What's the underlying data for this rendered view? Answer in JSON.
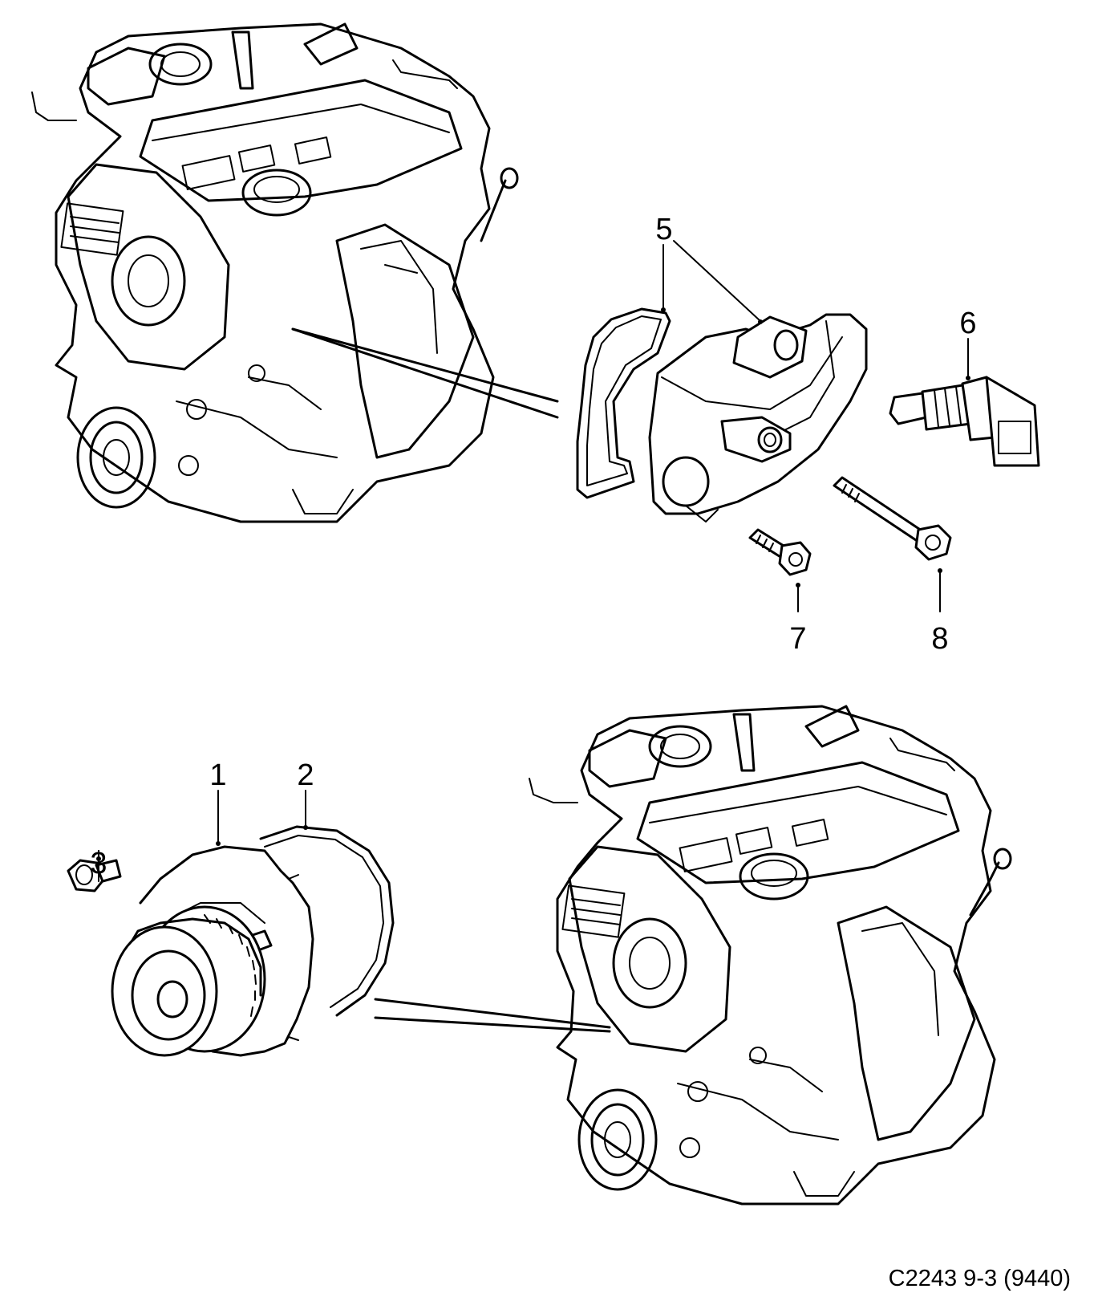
{
  "callouts": {
    "c1": "1",
    "c2": "2",
    "c3": "3",
    "c5": "5",
    "c6": "6",
    "c7": "7",
    "c8": "8"
  },
  "caption": "C2243 9-3 (9440)",
  "colors": {
    "line": "#000000",
    "background": "#ffffff"
  }
}
